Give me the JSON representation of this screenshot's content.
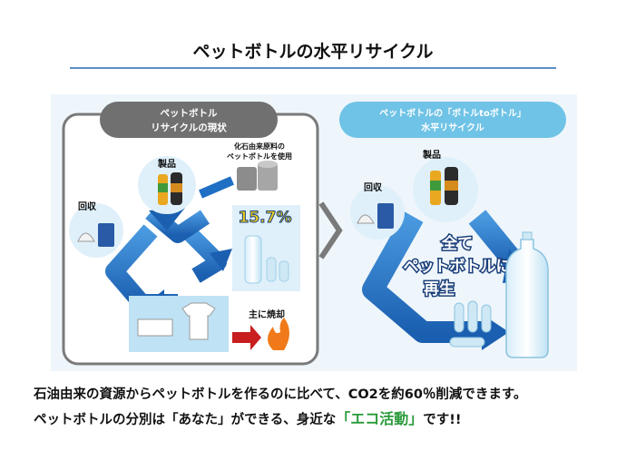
{
  "title": "ペットボトルの水平リサイクル",
  "left_panel": {
    "header_line1": "ペットボトル",
    "header_line2": "リサイクルの現状",
    "label_products": "製品",
    "label_collection": "回収",
    "label_fossil_line1": "化石由来原料の",
    "label_fossil_line2": "ペットボトルを使用",
    "percent": "15.7%",
    "label_incineration": "主に焼却"
  },
  "right_panel": {
    "header_line1": "ペットボトルの「ボトルtoボトル」",
    "header_line2": "水平リサイクル",
    "label_products": "製品",
    "label_collection": "回収",
    "big_line1": "全て",
    "big_line2": "ペットボトルに",
    "big_line3": "再生"
  },
  "caption": {
    "line1": "石油由来の資源からペットボトルを作るのに比べて、CO2を約60％削減できます。",
    "line2_prefix": "ペットボトルの分別は「あなた」ができる、身近な",
    "line2_highlight": "「エコ活動」",
    "line2_suffix": "です!!"
  },
  "colors": {
    "accent_blue": "#1f6fc4",
    "rule_blue": "#5b8fc7",
    "eco_green": "#2a9a3a",
    "gray_header": "#707070",
    "light_header": "#6fc3e6"
  }
}
